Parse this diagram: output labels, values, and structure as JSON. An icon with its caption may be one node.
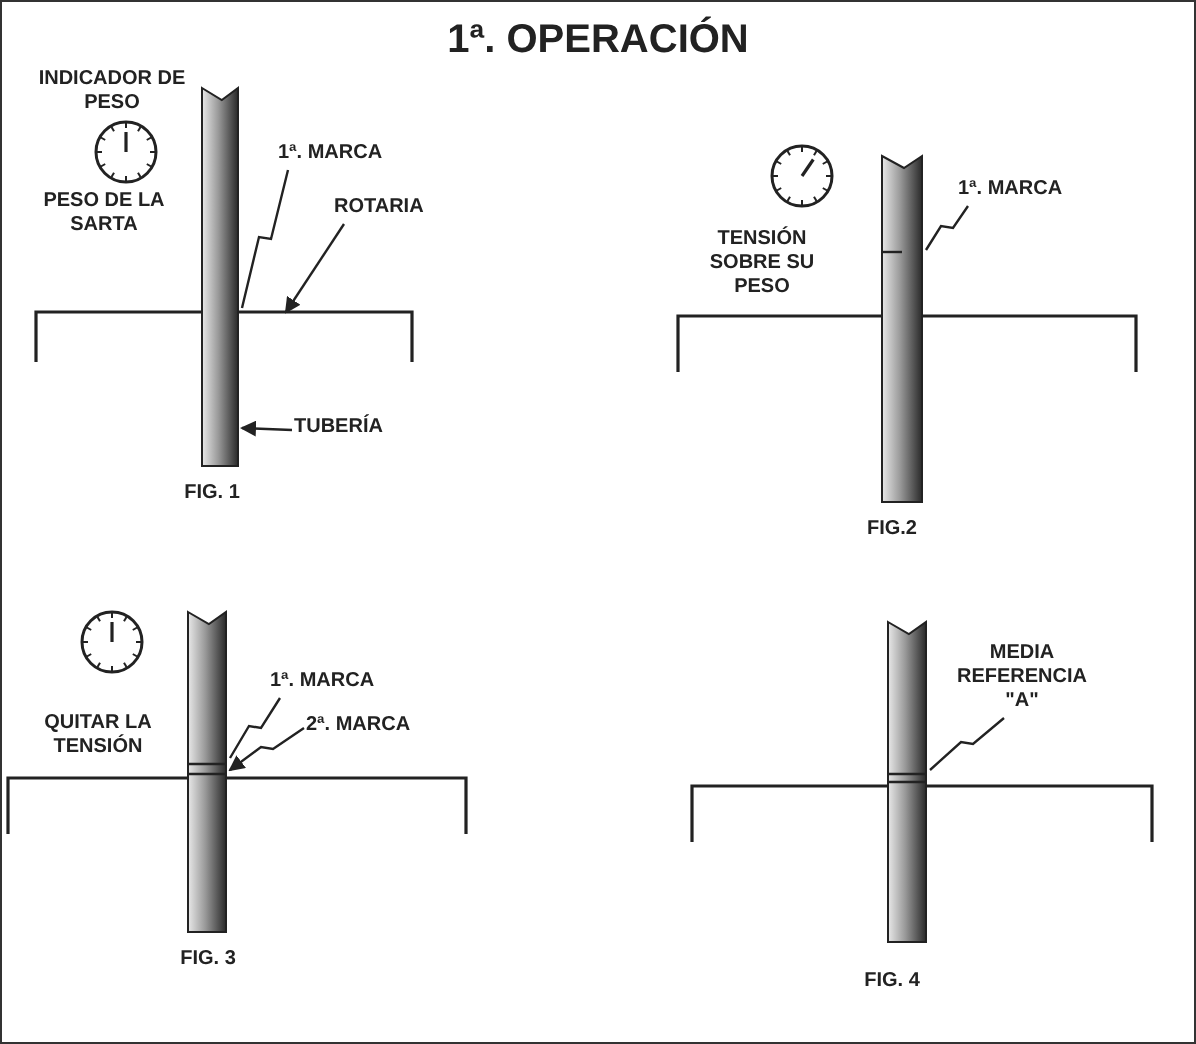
{
  "diagram": {
    "title": "1ª. OPERACIÓN",
    "nodes": [
      {
        "text": [
          "1ª. MARCA"
        ]
      },
      {
        "text": [
          "ROTARIA"
        ]
      },
      {
        "text": [],
        "shape": "bar"
      },
      {
        "text": [
          "TUBERÍA"
        ]
      },
      {
        "text": [],
        "shape": "pipe"
      },
      {
        "text": [
          "1ª. MARCA"
        ]
      },
      {
        "text": [],
        "shape": "pipe"
      },
      {
        "text": [
          "1ª. MARCA"
        ]
      },
      {
        "text": [
          "2ª. MARCA"
        ]
      },
      {
        "text": [],
        "shape": "pipe"
      },
      {
        "text": [
          "MEDIA REFERENCIA \"A\""
        ]
      },
      {
        "text": [],
        "shape": "pipe"
      }
    ],
    "edges": [
      {
        "from": 0,
        "to": 4,
        "arrow": "none"
      },
      {
        "from": 1,
        "to": 2,
        "arrow": "to"
      },
      {
        "from": 3,
        "to": 4,
        "arrow": "to"
      },
      {
        "from": 5,
        "to": 6,
        "arrow": "none"
      },
      {
        "from": 7,
        "to": 9,
        "arrow": "none"
      },
      {
        "from": 8,
        "to": 9,
        "arrow": "to"
      },
      {
        "from": 10,
        "to": 11,
        "arrow": "none"
      }
    ],
    "labels": [
      "INDICADOR DE PESO",
      "PESO DE LA SARTA",
      "FIG. 1",
      "TENSIÓN SOBRE SU PESO",
      "FIG.2",
      "QUITAR LA TENSIÓN",
      "FIG. 3",
      "FIG. 4"
    ]
  }
}
